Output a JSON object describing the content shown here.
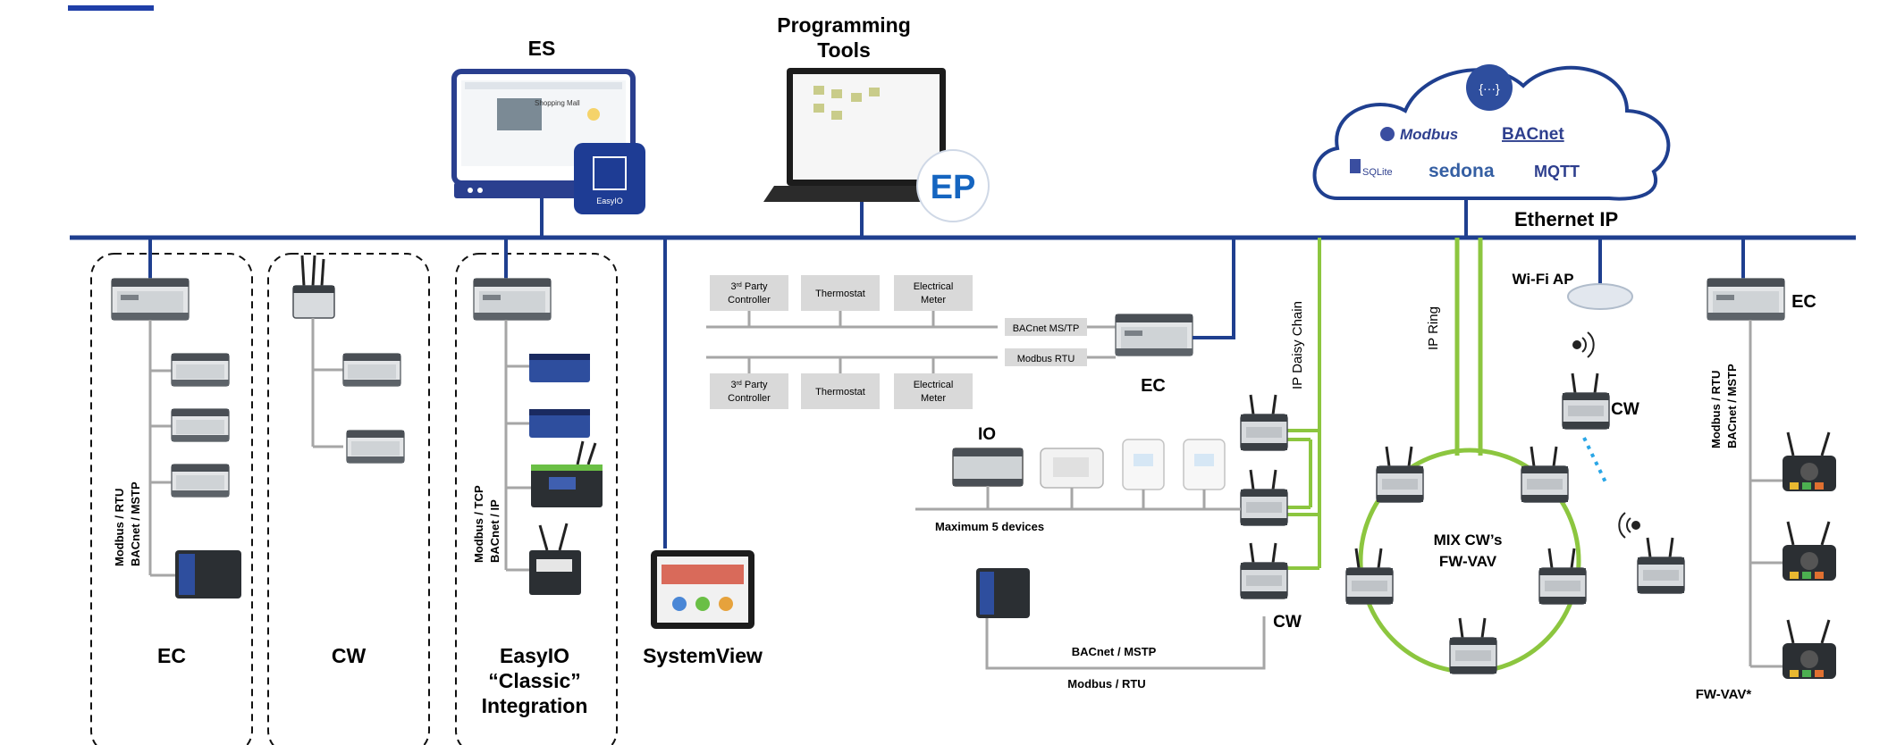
{
  "colors": {
    "backbone": "#1f3f8f",
    "accent_bar": "#1f3fa8",
    "device_line": "#a6a6a6",
    "ip_green": "#8cc63f",
    "wifi_dots": "#2aa6e6",
    "box_fill": "#d9d9d9",
    "device_dark": "#3a3f44",
    "device_blue": "#2e4e9e"
  },
  "labels": {
    "es": "ES",
    "programming_tools_line1": "Programming",
    "programming_tools_line2": "Tools",
    "ethernet_ip": "Ethernet IP",
    "wifi_ap": "Wi-Fi AP",
    "ec_right": "EC",
    "ec_mid": "EC",
    "cw_mid": "CW",
    "cw_wifi": "CW",
    "io": "IO",
    "max_devices": "Maximum 5 devices",
    "ip_daisy_chain": "IP  Daisy Chain",
    "ip_ring": "IP  Ring",
    "mix_line1": "MIX CW’s",
    "mix_line2": "FW-VAV",
    "bacnet_mstp_bottom": "BACnet / MSTP",
    "modbus_rtu_bottom": "Modbus / RTU",
    "bacnet_mstp_bus": "BACnet MS/TP",
    "modbus_rtu_bus": "Modbus RTU",
    "fwvav_star": "FW-VAV*",
    "right_proto_line1": "Modbus / RTU",
    "right_proto_line2": "BACnet / MSTP",
    "systemview": "SystemView"
  },
  "groups": [
    {
      "title_lines": [
        "EC"
      ],
      "protocol_lines": [
        "Modbus / RTU",
        "BACnet / MSTP"
      ]
    },
    {
      "title_lines": [
        "CW"
      ],
      "protocol_lines": []
    },
    {
      "title_lines": [
        "EasyIO",
        "“Classic”",
        "Integration"
      ],
      "protocol_lines": [
        "Modbus / TCP",
        "BACnet / IP"
      ]
    }
  ],
  "third_party_top": [
    {
      "line1": "3",
      "sup": "rd",
      "line1_rest": " Party",
      "line2": "Controller"
    },
    {
      "line1": "Thermostat",
      "sup": "",
      "line1_rest": "",
      "line2": ""
    },
    {
      "line1": "Electrical",
      "sup": "",
      "line1_rest": "",
      "line2": "Meter"
    }
  ],
  "third_party_bottom": [
    {
      "line1": "3",
      "sup": "rd",
      "line1_rest": " Party",
      "line2": "Controller"
    },
    {
      "line1": "Thermostat",
      "sup": "",
      "line1_rest": "",
      "line2": ""
    },
    {
      "line1": "Electrical",
      "sup": "",
      "line1_rest": "",
      "line2": "Meter"
    }
  ],
  "cloud": {
    "logos": [
      "Modbus",
      "BACnet",
      "SQLite",
      "sedona",
      "MQTT"
    ],
    "icon": "api-icon"
  },
  "es_screen": {
    "title": "Shopping Mall",
    "badge": "EasyIO"
  },
  "ep_badge": "EP"
}
